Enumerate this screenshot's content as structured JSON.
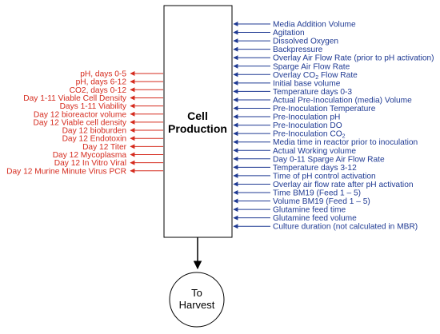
{
  "colors": {
    "inputs": "#1f3a93",
    "outputs": "#d52b1e",
    "box_stroke": "#000000"
  },
  "process": {
    "title_line1": "Cell",
    "title_line2": "Production"
  },
  "harvest": {
    "line1": "To",
    "line2": "Harvest"
  },
  "inputs": [
    {
      "label": "Media Addition Volume"
    },
    {
      "label": "Agitation"
    },
    {
      "label": "Dissolved Oxygen"
    },
    {
      "label": "Backpressure"
    },
    {
      "label": "Overlay Air Flow Rate (prior to pH activation)"
    },
    {
      "label": "Sparge Air Flow Rate"
    },
    {
      "label": "Overlay CO",
      "sub": "2",
      "after": " Flow Rate"
    },
    {
      "label": "Initial base volume"
    },
    {
      "label": "Temperature days 0-3"
    },
    {
      "label": "Actual Pre-Inoculation (media) Volume"
    },
    {
      "label": "Pre-Inoculation Temperature"
    },
    {
      "label": "Pre-Inoculation pH"
    },
    {
      "label": "Pre-Inoculation DO"
    },
    {
      "label": "Pre-Inoculation CO",
      "sub": "2",
      "after": ""
    },
    {
      "label": "Media time in reactor prior to inoculation"
    },
    {
      "label": "Actual Working volume"
    },
    {
      "label": "Day 0-11 Sparge Air Flow Rate"
    },
    {
      "label": "Temperature days 3-12"
    },
    {
      "label": "Time of pH control activation"
    },
    {
      "label": "Overlay air flow rate after pH activation"
    },
    {
      "label": "Time BM19 (Feed 1 – 5)"
    },
    {
      "label": "Volume BM19 (Feed 1 – 5)"
    },
    {
      "label": "Glutamine feed time"
    },
    {
      "label": "Glutamine feed volume"
    },
    {
      "label": "Culture duration (not calculated in MBR)"
    }
  ],
  "outputs": [
    {
      "label": "pH, days 0-5"
    },
    {
      "label": "pH, days 6-12"
    },
    {
      "label": "CO2, days 0-12"
    },
    {
      "label": "Day 1-11 Viable Cell Density"
    },
    {
      "label": "Days 1-11 Viability"
    },
    {
      "label": "Day 12 bioreactor volume"
    },
    {
      "label": "Day 12 Viable cell density"
    },
    {
      "label": "Day 12 bioburden"
    },
    {
      "label": "Day 12 Endotoxin"
    },
    {
      "label": "Day 12 Titer"
    },
    {
      "label": "Day 12 Mycoplasma"
    },
    {
      "label": "Day 12 In Vitro Viral"
    },
    {
      "label": "Day 12 Murine Minute Virus PCR"
    }
  ]
}
